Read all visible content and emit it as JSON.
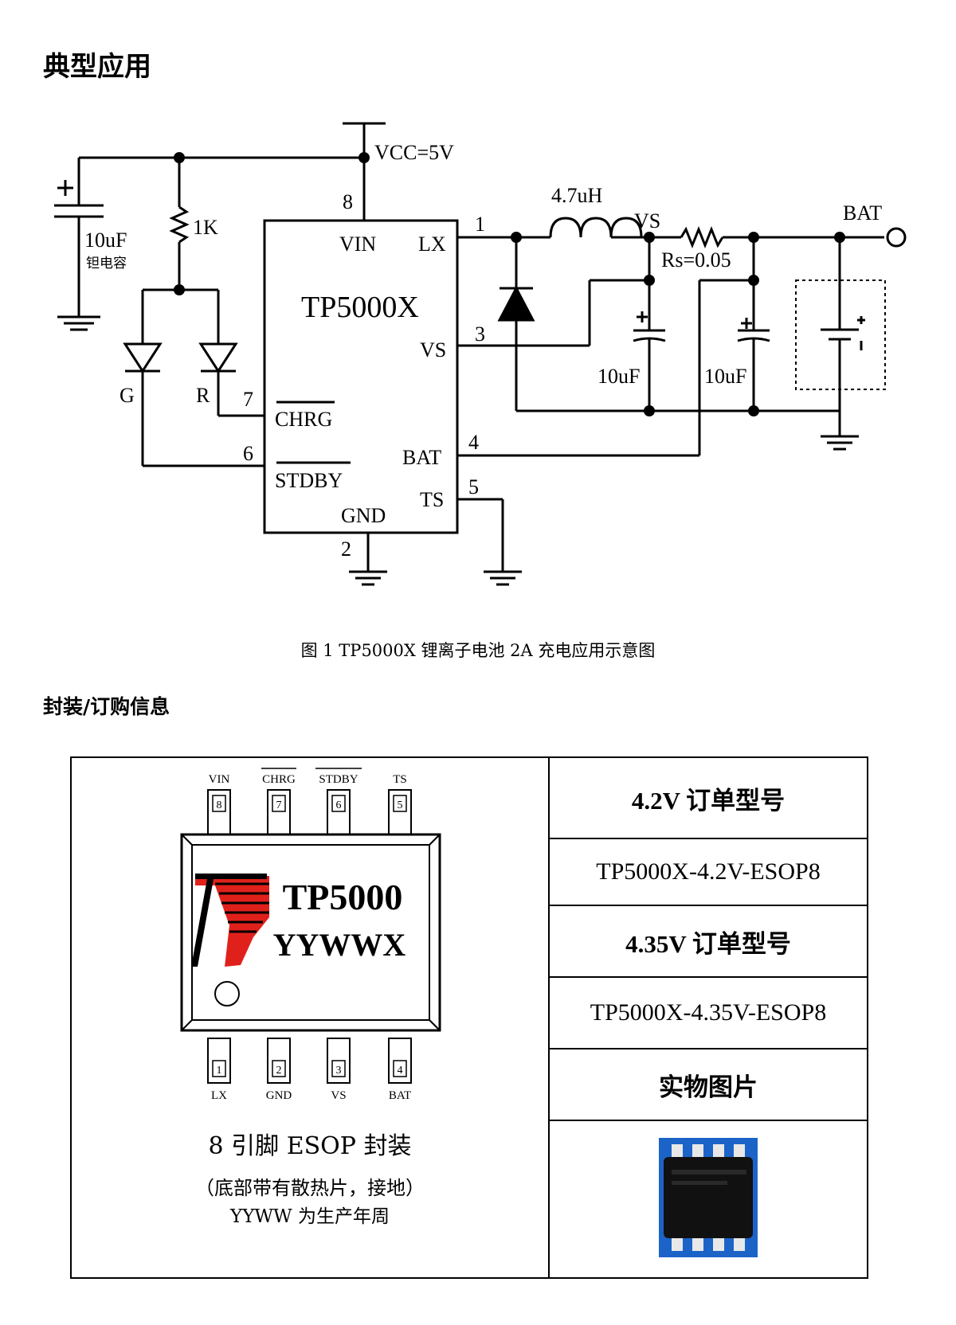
{
  "section1": {
    "title": "典型应用"
  },
  "schematic": {
    "vcc": "VCC=5V",
    "chip": "TP5000X",
    "pins": {
      "vin": "VIN",
      "lx": "LX",
      "vs": "VS",
      "chrg": "CHRG",
      "stdby": "STDBY",
      "bat": "BAT",
      "ts": "TS",
      "gnd": "GND"
    },
    "pin_numbers": {
      "p8": "8",
      "p1": "1",
      "p3": "3",
      "p7": "7",
      "p6": "6",
      "p4": "4",
      "p5": "5",
      "p2": "2"
    },
    "inductor": "4.7uH",
    "vs_node": "VS",
    "rs": "Rs=0.05",
    "bat_node": "BAT",
    "r1": "1K",
    "c_in": "10uF",
    "c_in_note": "钽电容",
    "c_out1": "10uF",
    "c_out2": "10uF",
    "led_g": "G",
    "led_r": "R"
  },
  "figure_caption": "图 1 TP5000X   锂离子电池 2A 充电应用示意图",
  "section2": {
    "title": "封装/订购信息"
  },
  "package": {
    "top_pins": [
      {
        "name": "VIN",
        "num": "8"
      },
      {
        "name": "CHRG",
        "num": "7"
      },
      {
        "name": "STDBY",
        "num": "6"
      },
      {
        "name": "TS",
        "num": "5"
      }
    ],
    "bottom_pins": [
      {
        "name": "LX",
        "num": "1"
      },
      {
        "name": "GND",
        "num": "2"
      },
      {
        "name": "VS",
        "num": "3"
      },
      {
        "name": "BAT",
        "num": "4"
      }
    ],
    "marking_line1": "TP5000",
    "marking_line2": "YYWWX",
    "title": "8 引脚  ESOP 封装",
    "note": "（底部带有散热片，接地）",
    "note2": "YYWW 为生产年周"
  },
  "ordering": {
    "h_42": "4.2V 订单型号",
    "pn_42": "TP5000X-4.2V-ESOP8",
    "h_435": "4.35V 订单型号",
    "pn_435": "TP5000X-4.35V-ESOP8",
    "h_photo": "实物图片"
  },
  "colors": {
    "logo_red": "#e0211b",
    "photo_bg": "#1c63c8"
  }
}
